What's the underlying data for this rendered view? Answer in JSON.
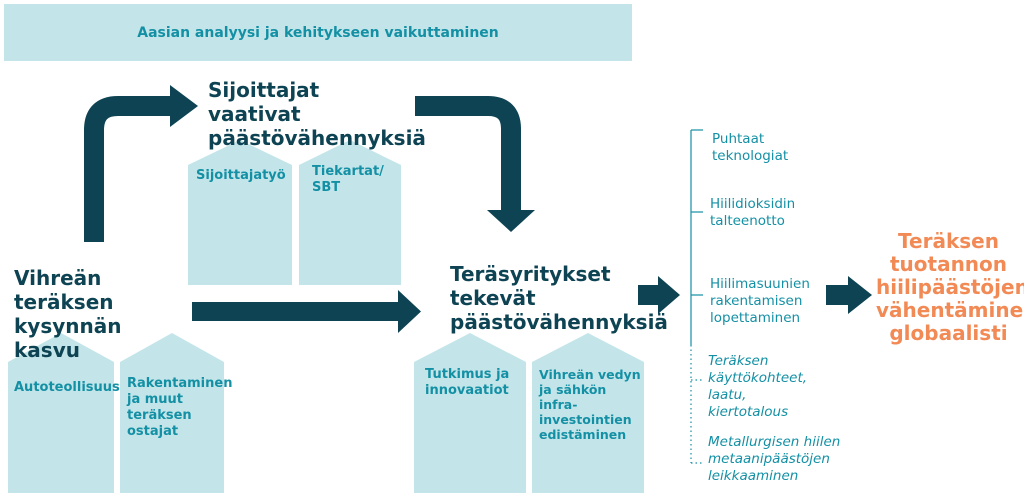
{
  "banner": "Aasian analyysi ja kehitykseen vaikuttaminen",
  "investors_heading": "Sijoittajat vaativat päästövähennyksiä",
  "investor_boxes": [
    "Sijoittajatyö",
    "Tiekartat/ SBT"
  ],
  "demand_heading": "Vihreän teräksen kysynnän kasvu",
  "demand_boxes": [
    "Autoteollisuus",
    "Rakentaminen ja muut teräksen ostajat"
  ],
  "steel_heading": "Teräsyritykset tekevät päästövähennyksiä",
  "steel_boxes": [
    "Tutkimus ja innovaatiot",
    "Vihreän vedyn ja sähkön infra-investointien edistäminen"
  ],
  "steps": [
    "Puhtaat teknologiat",
    "Hiilidioksidin talteenotto",
    "Hiilimasuunien rakentamisen lopettaminen",
    "Teräksen käyttökohteet, laatu, kiertotalous",
    "Metallurgisen hiilen metaanipäästöjen leikkaaminen"
  ],
  "result": "Teräksen tuotannon hiilipäästöjen vähentäminen globaalisti",
  "colors": {
    "box_fill": "#c3e5e9",
    "box_text": "#1490a5",
    "arrow": "#0d4352",
    "result_text": "#f28a55"
  }
}
